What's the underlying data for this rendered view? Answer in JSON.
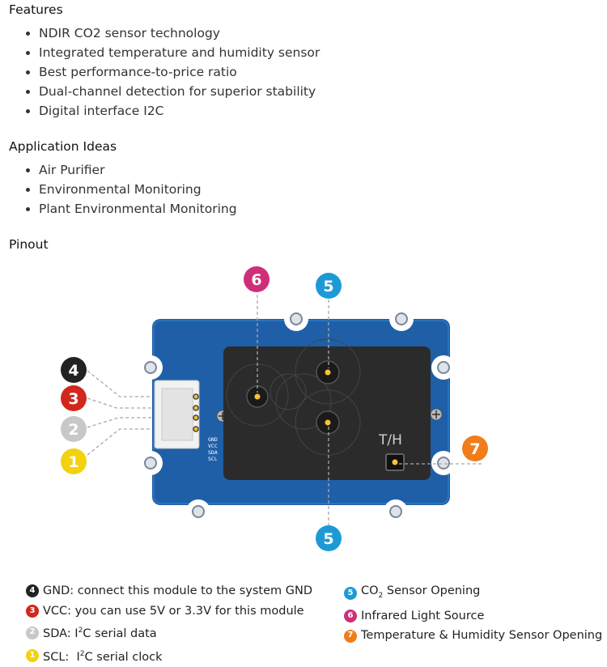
{
  "features": {
    "heading": "Features",
    "items": [
      "NDIR CO2 sensor technology",
      "Integrated temperature and humidity sensor",
      "Best performance-to-price ratio",
      "Dual-channel detection for superior stability",
      "Digital interface I2C"
    ]
  },
  "applications": {
    "heading": "Application Ideas",
    "items": [
      "Air Purifier",
      "Environmental Monitoring",
      "Plant Environmental Monitoring"
    ]
  },
  "pinout": {
    "heading": "Pinout",
    "board_pin_labels": [
      "GND",
      "VCC",
      "SDA",
      "SCL"
    ],
    "board_th_label": "T/H",
    "callouts": [
      {
        "num": "4",
        "color": "#222222"
      },
      {
        "num": "3",
        "color": "#d0281c"
      },
      {
        "num": "2",
        "color": "#c8c8c8"
      },
      {
        "num": "1",
        "color": "#f2d20c"
      },
      {
        "num": "5",
        "color": "#1d9ad6"
      },
      {
        "num": "6",
        "color": "#cf2e78"
      },
      {
        "num": "7",
        "color": "#f07d1a"
      }
    ],
    "legend_left": [
      {
        "num": "4",
        "color": "#222222",
        "label": "GND: connect this module to the system GND"
      },
      {
        "num": "3",
        "color": "#d0281c",
        "label": "VCC: you can use 5V or 3.3V for this module"
      },
      {
        "num": "2",
        "color": "#c8c8c8",
        "pre": "SDA: I",
        "sup": "2",
        "post": "C serial data"
      },
      {
        "num": "1",
        "color": "#f2d20c",
        "pre": "SCL:  I",
        "sup": "2",
        "post": "C serial clock"
      }
    ],
    "legend_right": [
      {
        "num": "5",
        "color": "#1d9ad6",
        "pre": "CO",
        "sub": "2",
        "post": " Sensor Opening"
      },
      {
        "num": "6",
        "color": "#cf2e78",
        "label": "Infrared Light Source"
      },
      {
        "num": "7",
        "color": "#f07d1a",
        "label": "Temperature & Humidity Sensor Opening"
      }
    ]
  }
}
